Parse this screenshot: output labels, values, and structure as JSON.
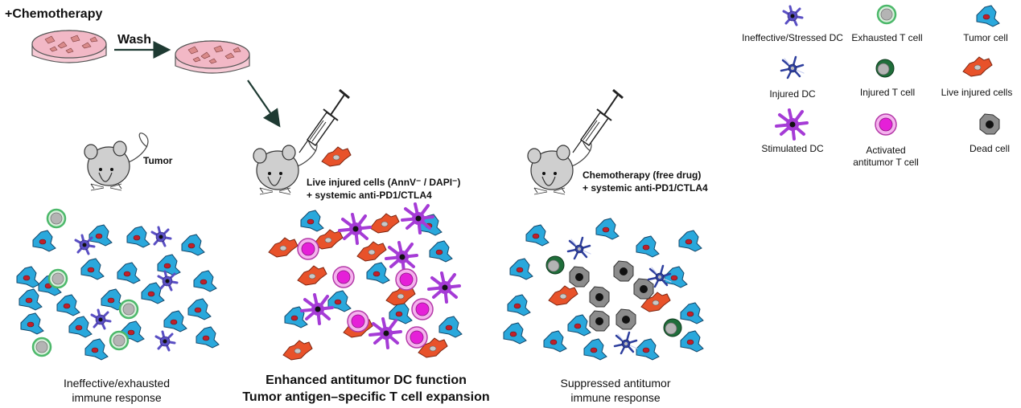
{
  "top": {
    "chemo_label": "+Chemotherapy",
    "wash_label": "Wash"
  },
  "panels": {
    "tumor": {
      "mouse_label": "Tumor",
      "caption_line1": "Ineffective/exhausted",
      "caption_line2": "immune response"
    },
    "live_injured": {
      "label_line1": "Live injured cells (AnnV⁻ / DAPI⁻)",
      "label_line2": "+ systemic anti-PD1/CTLA4",
      "caption_line1": "Enhanced antitumor DC function",
      "caption_line2": "Tumor antigen–specific T cell expansion"
    },
    "free_drug": {
      "label_line1": "Chemotherapy (free drug)",
      "label_line2": "+ systemic anti-PD1/CTLA4",
      "caption_line1": "Suppressed antitumor",
      "caption_line2": "immune response"
    }
  },
  "legend": [
    {
      "icon": "stressed-dc-icon",
      "label": "Ineffective/Stressed DC"
    },
    {
      "icon": "exhausted-t-cell-icon",
      "label": "Exhausted T cell"
    },
    {
      "icon": "tumor-cell-icon",
      "label": "Tumor cell"
    },
    {
      "icon": "injured-dc-icon",
      "label": "Injured DC"
    },
    {
      "icon": "injured-t-cell-icon",
      "label": "Injured T cell"
    },
    {
      "icon": "live-injured-cell-icon",
      "label": "Live injured cells"
    },
    {
      "icon": "stimulated-dc-icon",
      "label": "Stimulated DC"
    },
    {
      "icon": "activated-t-cell-icon",
      "label": "Activated antitumor T cell",
      "label_line1": "Activated",
      "label_line2": "antitumor T cell"
    },
    {
      "icon": "dead-cell-icon",
      "label": "Dead cell"
    }
  ],
  "colors": {
    "tumor_cell": "#2aa8dc",
    "nucleus": "#c0202a",
    "exhausted_t_ring": "#4cb86a",
    "injured_t": "#1f6e3a",
    "live_injured": "#e8522a",
    "stimulated_dc": "#a53bd6",
    "activated_t": "#e052d8",
    "stressed_dc": "#5a4fc4",
    "injured_dc": "#2e3f9e",
    "dead_cell": "#8c8c8c",
    "dish": "#f2b8c6"
  }
}
